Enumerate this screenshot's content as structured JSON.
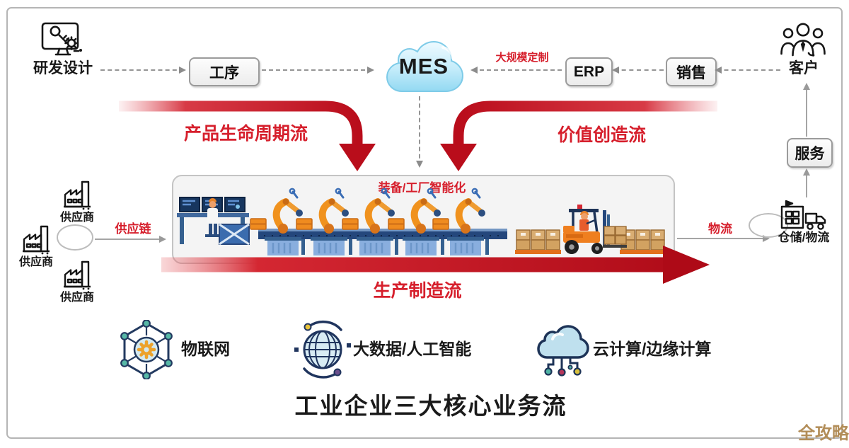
{
  "title": "工业企业三大核心业务流",
  "watermark": "全攻略",
  "top_flow": {
    "rd_label": "研发设计",
    "process_box": "工序",
    "mes_label": "MES",
    "mass_customization": "大规模定制",
    "erp_box": "ERP",
    "sales_box": "销售",
    "customer_label": "客户"
  },
  "flows": {
    "product_lifecycle": "产品生命周期流",
    "value_creation": "价值创造流",
    "production_manufacturing": "生产制造流"
  },
  "left_column": {
    "suppliers": [
      "供应商",
      "供应商",
      "供应商"
    ],
    "supply_chain": "供应链"
  },
  "factory_panel": {
    "label": "装备/工厂智能化"
  },
  "right_column": {
    "logistics": "物流",
    "warehouse_logistics": "仓储/物流",
    "service_box": "服务"
  },
  "tech_row": {
    "iot": "物联网",
    "bigdata_ai": "大数据/人工智能",
    "cloud_edge": "云计算/边缘计算"
  },
  "colors": {
    "accent_red": "#d61f2c",
    "band_red": "#b90d1b",
    "mes_cloud_blue": "#bfe7f8",
    "panel_gray": "#f4f4f4",
    "icon_navy": "#20355e",
    "icon_teal": "#4fb3a4",
    "gear_orange": "#eca22b",
    "machine_orange": "#f0921e",
    "machine_blue": "#24477c",
    "watermark_gold": "#b28d58"
  }
}
